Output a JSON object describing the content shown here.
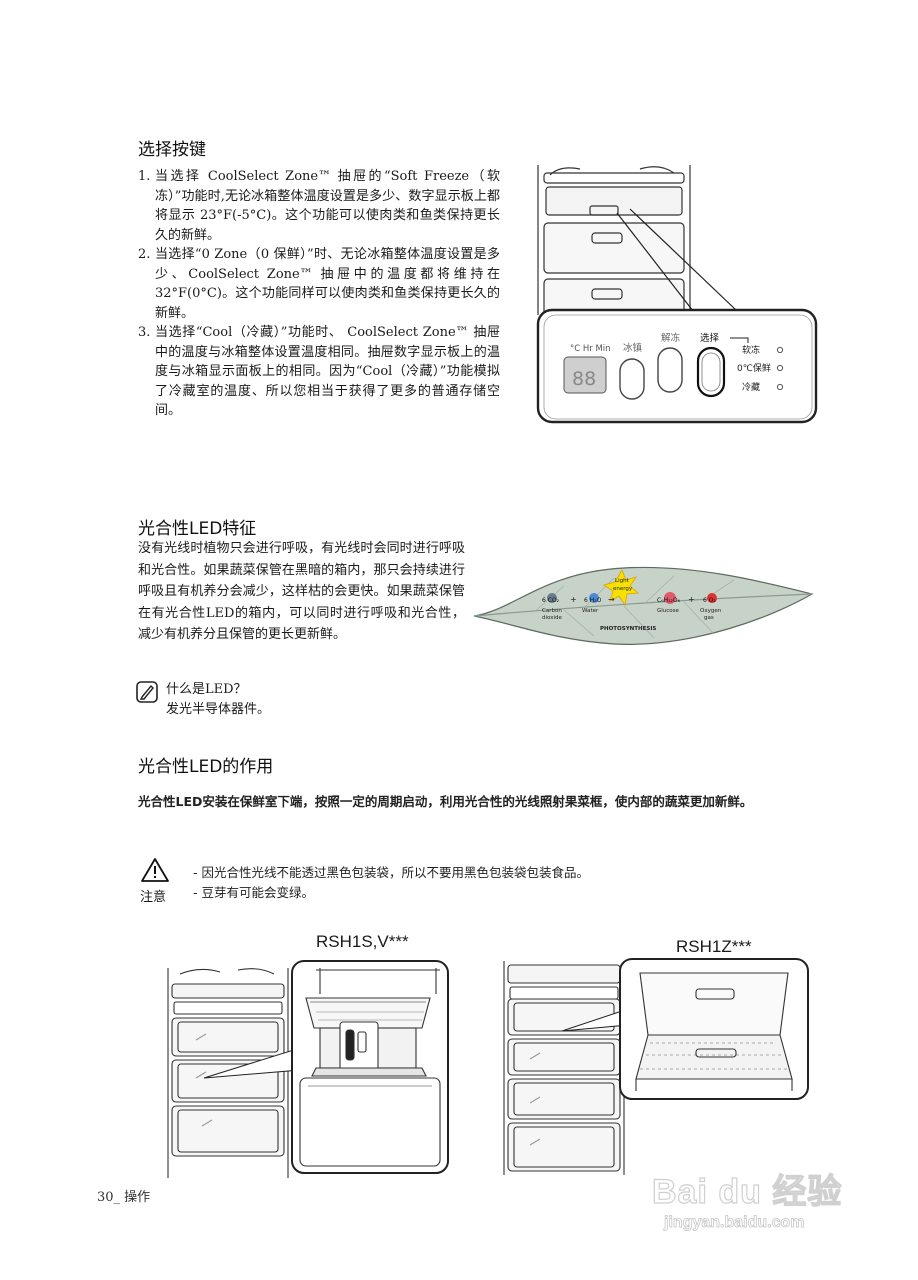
{
  "section1": {
    "title": "选择按键",
    "items": [
      {
        "num": "1.",
        "text": "当选择 CoolSelect Zone™ 抽屉的“Soft Freeze（软冻）”功能时,无论冰箱整体温度设置是多少、数字显示板上都将显示 23°F(-5°C)。这个功能可以使肉类和鱼类保持更长久的新鲜。"
      },
      {
        "num": "2.",
        "text": "当选择“0 Zone（0 保鲜）”时、无论冰箱整体温度设置是多少、CoolSelect Zone™ 抽屉中的温度都将维持在 32°F(0°C)。这个功能同样可以使肉类和鱼类保持更长久的新鲜。"
      },
      {
        "num": "3.",
        "text": "当选择“Cool（冷藏）”功能时、 CoolSelect Zone™ 抽屉中的温度与冰箱整体设置温度相同。抽屉数字显示板上的温度与冰箱显示面板上的相同。因为“Cool（冷藏）”功能模拟了冷藏室的温度、所以您相当于获得了更多的普通存储空间。"
      }
    ],
    "panel": {
      "unit_label": "°C Hr Min",
      "display": "88",
      "btn_ice": "冰镇",
      "btn_thaw": "解冻",
      "btn_select": "选择",
      "options": [
        "软冻",
        "0℃保鲜",
        "冷藏"
      ]
    }
  },
  "section2": {
    "title": "光合性LED特征",
    "paragraph": "没有光线时植物只会进行呼吸，有光线时会同时进行呼吸和光合性。如果蔬菜保管在黑暗的箱内，那只会持续进行呼吸且有机养分会减少，这样枯的会更快。如果蔬菜保管在有光合性LED的箱内，可以同时进行呼吸和光合性，减少有机养分且保管的更长更新鲜。",
    "leaf": {
      "light_label_1": "Light",
      "light_label_2": "energy",
      "co2": "6 CO₂",
      "h2o": "6 H₂O",
      "glucose_formula": "C₆H₁₂O₆",
      "o2": "6 O₂",
      "lbl_carbon_1": "Carbon",
      "lbl_carbon_2": "dioxide",
      "lbl_water": "Water",
      "lbl_glucose": "Glucose",
      "lbl_oxygen_1": "Oxygen",
      "lbl_oxygen_2": "gas",
      "lbl_process": "PHOTOSYNTHESIS"
    },
    "note_line1": "什么是LED？",
    "note_line2": "发光半导体器件。"
  },
  "section3": {
    "title": "光合性LED的作用",
    "paragraph": "光合性LED安装在保鲜室下端，按照一定的周期启动，利用光合性的光线照射果菜框，使内部的蔬菜更加新鲜。",
    "caution_label": "注意",
    "caution_lines": [
      "- 因光合性光线不能透过黑色包装袋，所以不要用黑色包装袋包装食品。",
      "- 豆芽有可能会变绿。"
    ],
    "model1": "RSH1S,V***",
    "model2": "RSH1Z***"
  },
  "footer": {
    "page": "30_ 操作"
  },
  "watermark": {
    "line1": "Bai du 经验",
    "line2": "jingyan.baidu.com"
  }
}
